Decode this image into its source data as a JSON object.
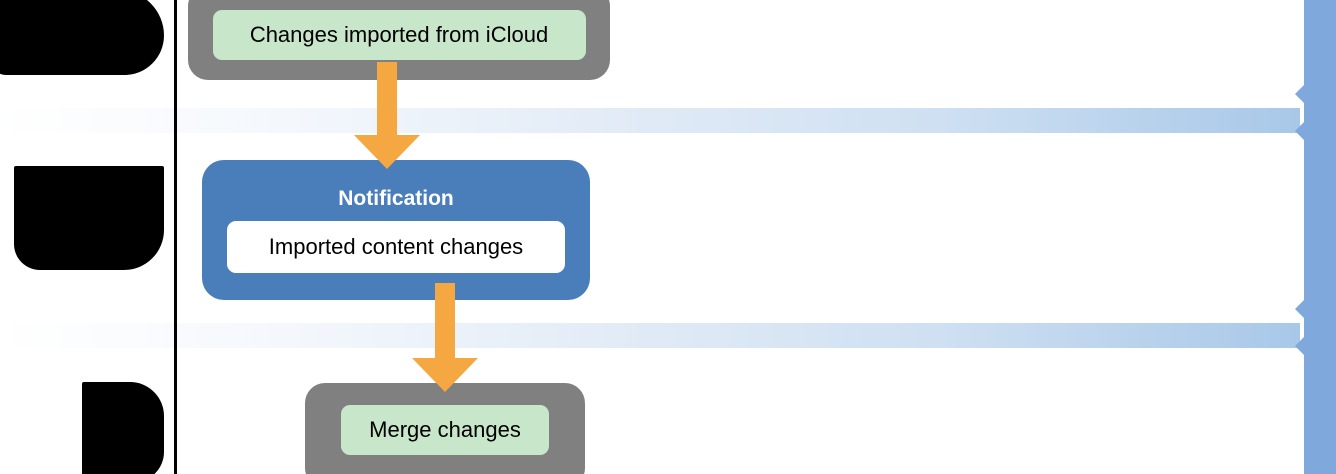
{
  "diagram": {
    "title_hidden": true,
    "orientation": "vertical-flow",
    "colors": {
      "arrow": "#F5A742",
      "node_gray": "#808080",
      "node_blue": "#4A7EBB",
      "inner_green": "#C8E6C9",
      "inner_white": "#FFFFFF",
      "lane_band": "#A8C8E8",
      "divider": "#000000",
      "redaction": "#000000"
    }
  },
  "nodes": [
    {
      "id": "changes-imported",
      "kind": "process",
      "container_color": "#808080",
      "label": "Changes imported from iCloud"
    },
    {
      "id": "notification",
      "kind": "notification",
      "container_color": "#4A7EBB",
      "title": "Notification",
      "label": "Imported content changes"
    },
    {
      "id": "merge-changes",
      "kind": "process",
      "container_color": "#808080",
      "label": "Merge changes"
    }
  ],
  "connectors": [
    {
      "id": "arrow-imported-to-notification",
      "from": "changes-imported",
      "to": "notification",
      "style": "down-arrow",
      "color": "#F5A742"
    },
    {
      "id": "arrow-notification-to-merge",
      "from": "notification",
      "to": "merge-changes",
      "style": "down-arrow",
      "color": "#F5A742"
    }
  ],
  "lanes": [
    {
      "id": "lane-divider-1",
      "kind": "horizontal-band"
    },
    {
      "id": "lane-divider-2",
      "kind": "horizontal-band"
    },
    {
      "id": "lane-rail-right",
      "kind": "vertical-rail"
    }
  ],
  "redactions": [
    {
      "id": "redaction-top"
    },
    {
      "id": "redaction-middle"
    },
    {
      "id": "redaction-bottom"
    }
  ]
}
